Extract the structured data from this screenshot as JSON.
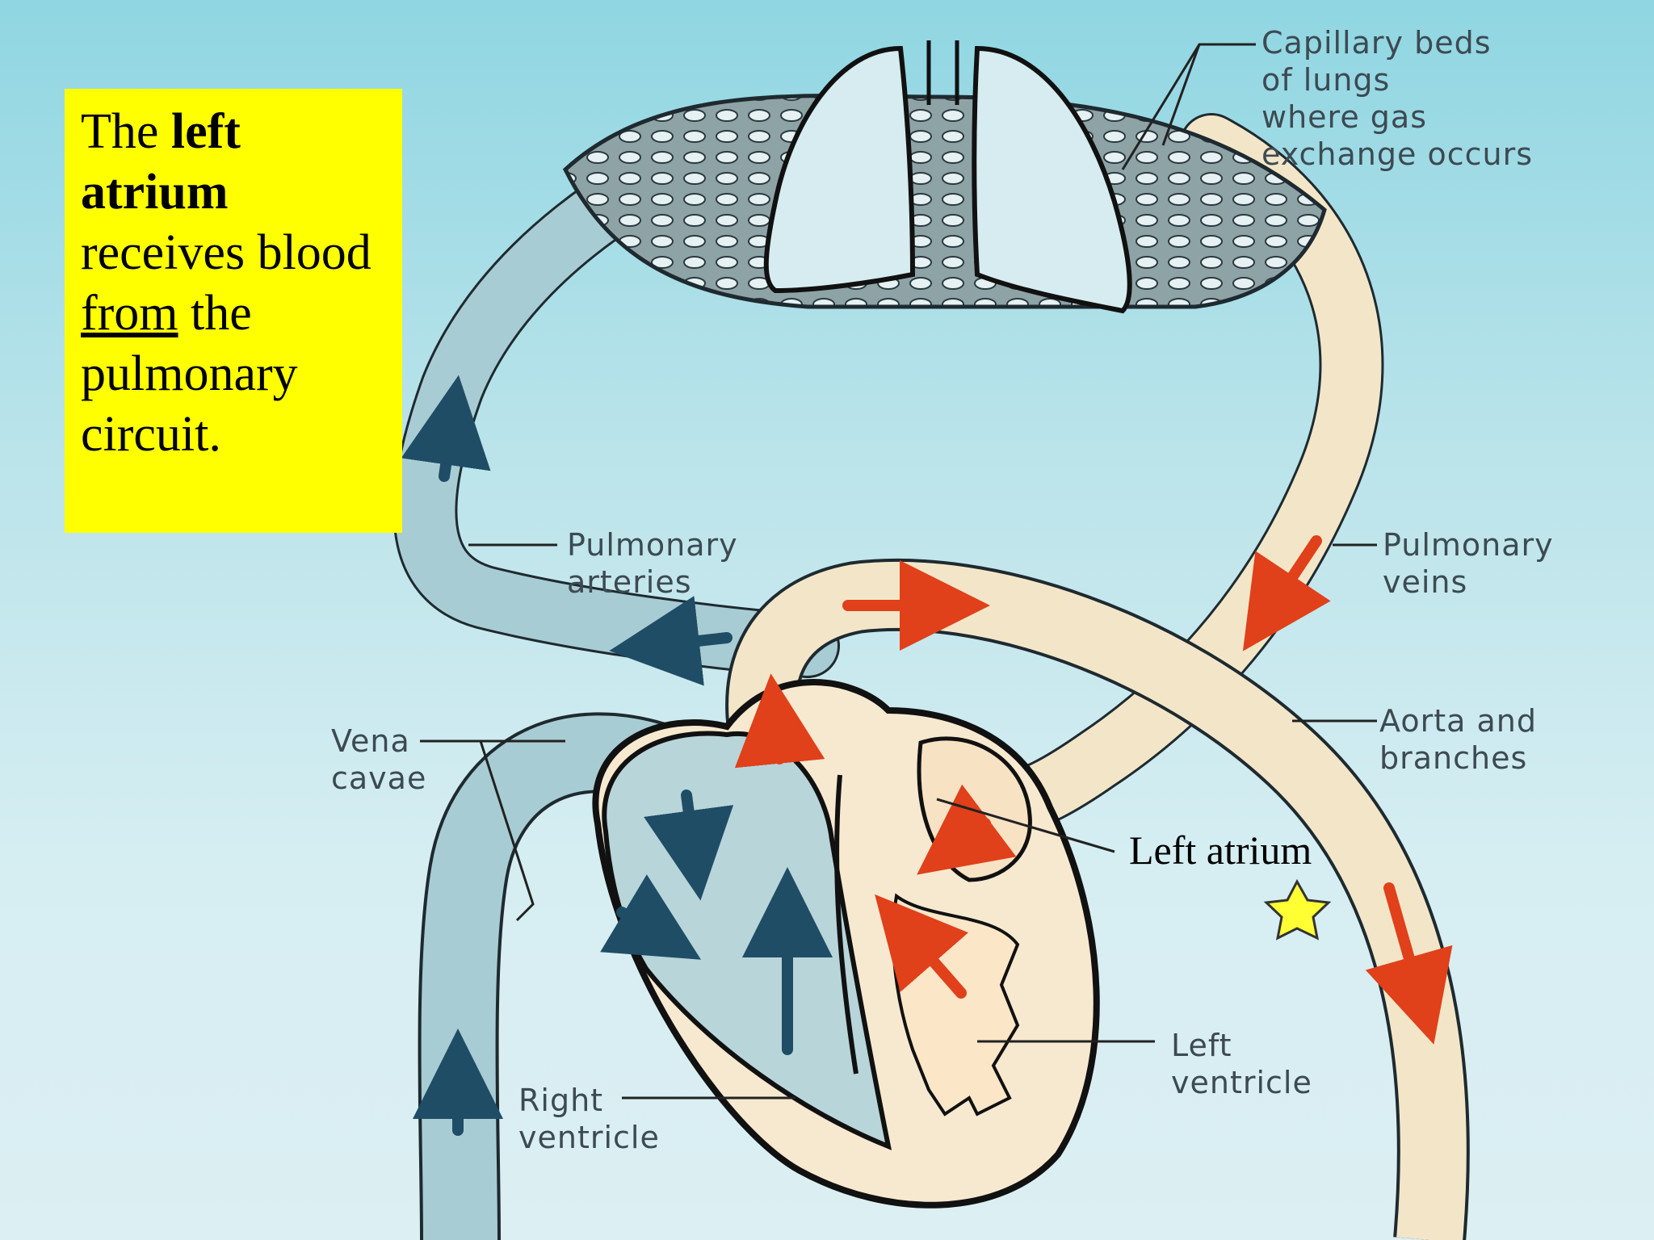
{
  "callout": {
    "text_before": "The ",
    "bold": "left atrium",
    "text_mid": " receives blood ",
    "underlined": "from",
    "text_after": " the pulmonary circuit."
  },
  "labels": {
    "capillary_beds": "Capillary beds\nof lungs\nwhere gas\nexchange occurs",
    "pulmonary_arteries": "Pulmonary\narteries",
    "pulmonary_veins": "Pulmonary\nveins",
    "aorta": "Aorta and\nbranches",
    "vena_cavae": "Vena\ncavae",
    "right_ventricle": "Right\nventricle",
    "left_ventricle": "Left\nventricle",
    "left_atrium": "Left atrium"
  },
  "colors": {
    "callout_bg": "#ffff00",
    "deoxygenated": "#9fc7cf",
    "oxygenated": "#f6e3c0",
    "arrow_blue": "#1f4d66",
    "arrow_red": "#e0401a",
    "star": "#ffff33"
  },
  "icons": [
    "star-icon",
    "lung-icon"
  ]
}
